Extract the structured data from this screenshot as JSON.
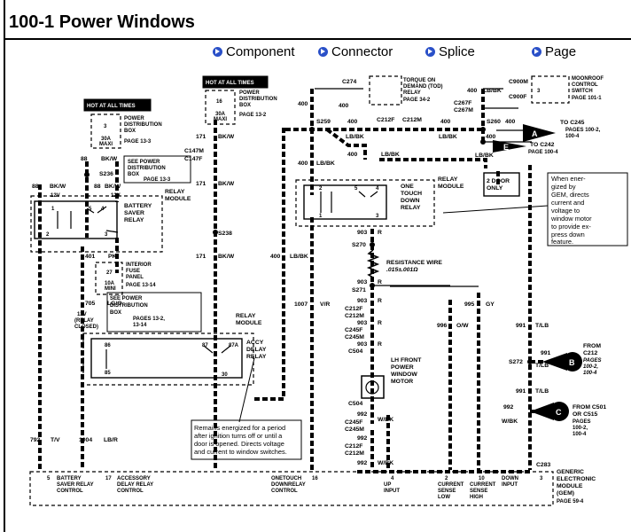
{
  "title": "100-1 Power Windows",
  "nav": [
    "Component",
    "Connector",
    "Splice",
    "Page"
  ],
  "hot_at_all_times": "HOT AT ALL TIMES",
  "pdb1": {
    "name": [
      "POWER",
      "DISTRIBUTION",
      "BOX"
    ],
    "page": "PAGE 13-3",
    "fuse_num": "3",
    "fuse_amp": [
      "30A",
      "MAXI"
    ]
  },
  "pdb2": {
    "name": [
      "POWER",
      "DISTRIBUTION",
      "BOX"
    ],
    "page": "PAGE 13-2",
    "fuse_num": "16",
    "fuse_amp": [
      "30A",
      "MAXI"
    ]
  },
  "see_pdb": {
    "text": [
      "SEE POWER",
      "DISTRIBUTION",
      "BOX"
    ],
    "page": "PAGE 13-3"
  },
  "see_pdb2": {
    "text": [
      "SEE POWER",
      "DISTRIBUTION",
      "BOX"
    ],
    "page": [
      "PAGES 13-2,",
      "13-14"
    ]
  },
  "ipfp": {
    "name": [
      "INTERIOR",
      "FUSE",
      "PANEL"
    ],
    "page": "PAGE 13-14",
    "fuse_num": "27",
    "fuse_amp": [
      "10A",
      "MINI"
    ]
  },
  "relay_module": [
    "RELAY",
    "MODULE"
  ],
  "battery_saver": [
    "BATTERY",
    "SAVER",
    "RELAY"
  ],
  "accy_relay": [
    "ACCY",
    "DELAY",
    "RELAY"
  ],
  "one_touch": [
    "ONE",
    "TOUCH",
    "DOWN",
    "RELAY"
  ],
  "tod": {
    "name": [
      "TORQUE ON",
      "DEMAND (TOD)",
      "RELAY"
    ],
    "page": "PAGE 34-2"
  },
  "moonroof": {
    "name": [
      "MOONROOF",
      "CONTROL",
      "SWITCH"
    ],
    "page": "PAGE 101-1"
  },
  "to_c245": {
    "name": "TO C245",
    "pages": [
      "PAGES 100-2,",
      "100-4"
    ],
    "letter": "A"
  },
  "to_c242": {
    "name": "TO C242",
    "page": "PAGE 100-4",
    "letter": "E"
  },
  "from_c212": {
    "name": [
      "FROM",
      "C212"
    ],
    "pages": [
      "PAGES",
      "100-2,",
      "100-4"
    ],
    "letter": "B"
  },
  "from_c501": {
    "name": [
      "FROM C501",
      "OR C515"
    ],
    "pages": [
      "PAGES",
      "100-2,",
      "100-4"
    ],
    "letter": "C"
  },
  "two_door": [
    "2 DOOR",
    "ONLY"
  ],
  "resistance": {
    "name": "RESISTANCE WIRE",
    "value": ".015±.001Ω"
  },
  "motor": [
    "LH FRONT",
    "POWER",
    "WINDOW",
    "MOTOR"
  ],
  "gem": {
    "name": [
      "GENERIC",
      "ELECTRONIC",
      "MODULE",
      "(GEM)"
    ],
    "page": "PAGE 59-4"
  },
  "note_gem": [
    "When ener-",
    "gized by",
    "GEM, directs",
    "current and",
    "voltage to",
    "window motor",
    "to provide ex-",
    "press down",
    "feature."
  ],
  "note_accy": [
    "Remains energized for a period",
    "after ignition turns off or until a",
    "door is opened. Directs voltage",
    "and current to window switches."
  ],
  "gem_pins": [
    {
      "num": "5",
      "label": [
        "BATTERY",
        "SAVER RELAY",
        "CONTROL"
      ]
    },
    {
      "num": "17",
      "label": [
        "ACCESSORY",
        "DELAY RELAY",
        "CONTROL"
      ]
    },
    {
      "num": "16",
      "label": [
        "ONETOUCH",
        "DOWNRELAY",
        "CONTROL"
      ]
    },
    {
      "num": "4",
      "label": [
        "UP",
        "INPUT"
      ]
    },
    {
      "num": "2",
      "label": [
        "CURRENT",
        "SENSE",
        "LOW"
      ]
    },
    {
      "num": "10",
      "label": [
        "CURRENT",
        "SENSE",
        "HIGH"
      ]
    },
    {
      "num": "3",
      "label": [
        "DOWN",
        "INPUT"
      ]
    }
  ],
  "wires": {
    "c88": "88",
    "bk_w": "BK/W",
    "c171": "171",
    "c401": "401",
    "pk": "PK",
    "c705": "705",
    "lg_o": "LG/O",
    "c792": "792",
    "t_v": "T/V",
    "c1004": "1004",
    "lb_r": "LB/R",
    "c400": "400",
    "lb_bk": "LB/BK",
    "c1007": "1007",
    "v_r": "V/R",
    "c903": "903",
    "r": "R",
    "c995": "995",
    "gy": "GY",
    "c996": "996",
    "o_w": "O/W",
    "c991": "991",
    "t_lb": "T/LB",
    "c992": "992",
    "w_bk": "W/BK",
    "c2": "2",
    "c3": "3"
  },
  "connectors": [
    "S236",
    "C147M",
    "C147F",
    "S238",
    "S259",
    "C212F",
    "C212M",
    "C274",
    "C900M",
    "C900F",
    "C267F",
    "C267M",
    "S260",
    "S270",
    "S271",
    "C245F",
    "C245M",
    "C504",
    "S272",
    "C283"
  ],
  "relay_pins": {
    "bsr": [
      "1",
      "5",
      "4",
      "2",
      "3"
    ],
    "accy": [
      "86",
      "87",
      "87A",
      "85",
      "30"
    ],
    "otd": [
      "2",
      "5",
      "4",
      "1",
      "3"
    ]
  },
  "ign_relay": [
    "12V",
    "(RELAY",
    "CLOSED)"
  ],
  "v12": "12V"
}
